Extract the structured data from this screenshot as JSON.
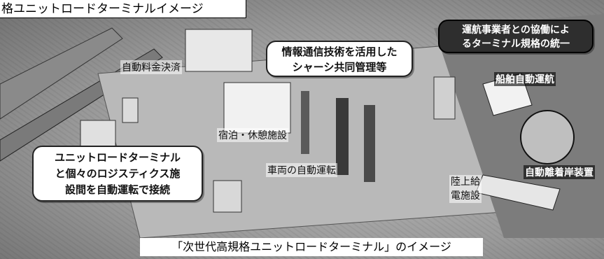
{
  "title": "格ユニットロードターミナルイメージ",
  "callouts": {
    "operators": [
      "運航事業者との協働によ",
      "るターミナル規格の統一"
    ],
    "ict": [
      "情報通信技術を活用した",
      "シャーシ共同管理等"
    ],
    "logistics": [
      "ユニットロードターミナル",
      "と個々のロジスティクス施",
      "設間を自動運転で接続"
    ]
  },
  "labels": {
    "auto_payment": "自動料金決済",
    "lodging": "宿泊・休憩施設",
    "vehicle_auto": "車両の自動運転",
    "ship_auto": "船舶自動運航",
    "auto_berthing": "自動離着岸装置",
    "shore_power": [
      "陸上給",
      "電施設"
    ]
  },
  "caption": "「次世代高規格ユニットロードターミナル」のイメージ"
}
